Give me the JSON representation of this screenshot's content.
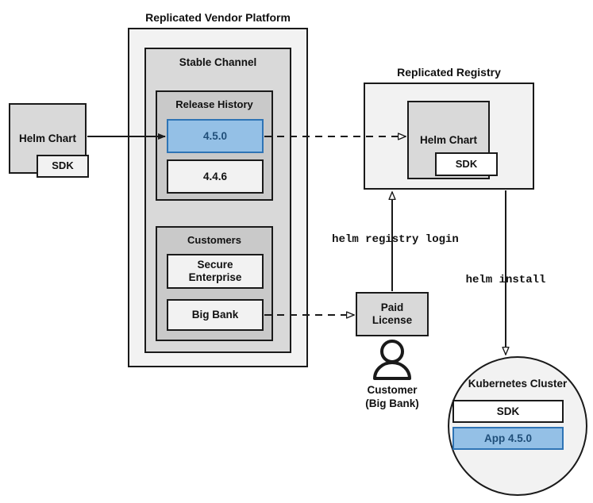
{
  "diagram": {
    "title_vendor_platform": "Replicated Vendor Platform",
    "title_registry": "Replicated Registry",
    "stable_channel": "Stable Channel",
    "release_history": "Release History",
    "release_current": "4.5.0",
    "release_previous": "4.4.6",
    "customers": "Customers",
    "customer_secure_enterprise": "Secure\nEnterprise",
    "customer_big_bank": "Big Bank",
    "helm_chart_source": "Helm Chart",
    "sdk_source": "SDK",
    "helm_chart_registry": "Helm Chart",
    "sdk_registry": "SDK",
    "paid_license": "Paid\nLicense",
    "customer_person": "Customer\n(Big Bank)",
    "kubernetes_cluster": "Kubernetes Cluster",
    "cluster_sdk": "SDK",
    "cluster_app": "App 4.5.0",
    "cmd_registry_login": "helm registry login",
    "cmd_helm_install": "helm install",
    "colors": {
      "accent_blue_fill": "#94c0e6",
      "accent_blue_border": "#2f74b5",
      "accent_blue_text": "#1f4e79",
      "stroke": "#1a1a1a",
      "fill_light": "#f2f2f2",
      "fill_gray": "#d9d9d9",
      "fill_mid": "#c9c9c9",
      "fill_white": "#ffffff"
    }
  }
}
